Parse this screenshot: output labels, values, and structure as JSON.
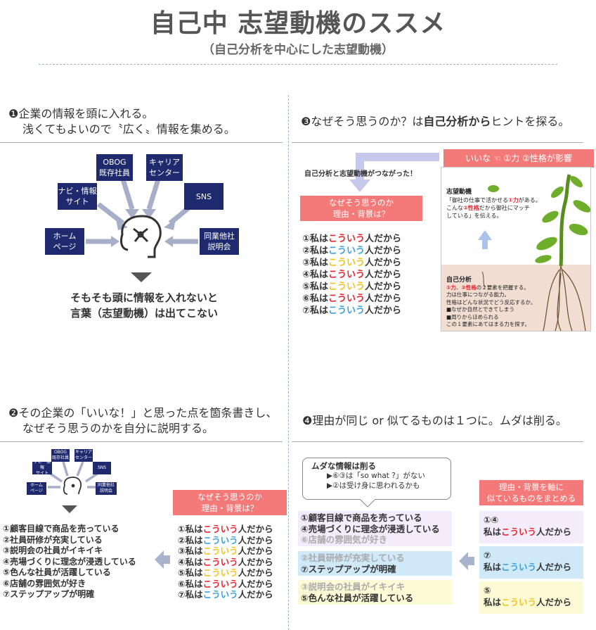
{
  "header": {
    "title": "自己中 志望動機のススメ",
    "subtitle": "（自己分析を中心にした志望動機）"
  },
  "s1": {
    "line1": "❶企業の情報を頭に入れる。",
    "line2": "浅くてもよいので〝広く〟情報を集める。",
    "sources": {
      "obog": [
        "OBOG",
        "既存社員"
      ],
      "career": [
        "キャリア",
        "センター"
      ],
      "navi": [
        "ナビ・情報",
        "サイト"
      ],
      "sns": "SNS",
      "home": [
        "ホーム",
        "ページ"
      ],
      "event": [
        "同業他社",
        "説明会"
      ]
    },
    "conclusion1": "そもそも頭に情報を入れないと",
    "conclusion2": "言葉（志望動機）は出てこない"
  },
  "s2": {
    "line1": "❷その企業の「いいな！」と思った点を箇条書きし、",
    "line2": "なぜそう思うのかを自分に説明する。",
    "points": [
      "①顧客目線で商品を売っている",
      "②社員研修が充実している",
      "③説明会の社員がイキイキ",
      "④売場づくりに理念が浸透している",
      "⑤色んな社員が活躍している",
      "⑥店舗の雰囲気が好き",
      "⑦ステップアップが明確"
    ],
    "why_box": [
      "なぜそう思うのか",
      "理由・背景は？"
    ],
    "reasons": [
      {
        "num": "①",
        "a": "私は",
        "k": "こういう",
        "b": "人だから",
        "c": "red"
      },
      {
        "num": "②",
        "a": "私は",
        "k": "こういう",
        "b": "人だから",
        "c": "blue"
      },
      {
        "num": "③",
        "a": "私は",
        "k": "こういう",
        "b": "人だから",
        "c": "yel"
      },
      {
        "num": "④",
        "a": "私は",
        "k": "こういう",
        "b": "人だから",
        "c": "red"
      },
      {
        "num": "⑤",
        "a": "私は",
        "k": "こういう",
        "b": "人だから",
        "c": "yel"
      },
      {
        "num": "⑥",
        "a": "私は",
        "k": "こういう",
        "b": "人だから",
        "c": "red"
      },
      {
        "num": "⑦",
        "a": "私は",
        "k": "こういう",
        "b": "人だから",
        "c": "blue"
      }
    ]
  },
  "s3": {
    "head_a": "❸なぜそう思うのか？は",
    "head_b": "自己分析から",
    "head_c": "ヒントを探る。",
    "connected": "自己分析と志望動機がつながった！",
    "why_box": [
      "なぜそう思うのか",
      "理由・背景は？"
    ],
    "banner": "いいな ☜ ①力 ②性格が影響",
    "motive_title": "志望動機",
    "motive_l1a": "「御社の仕事で活かせる",
    "motive_l1b": "①力",
    "motive_l1c": "がある。",
    "motive_l2a": "こんな",
    "motive_l2b": "②性格",
    "motive_l2c": "だから御社にマッチ",
    "motive_l3": "している」を伝える。",
    "self_title": "自己分析",
    "self_l1a": "①力",
    "self_l1b": "、",
    "self_l1c": "②性格",
    "self_l1d": "の２要素を把握する。",
    "self_l2": "力は仕事につながる能力。",
    "self_l3": "性格はどんな状況でどう反応するか。",
    "self_l4": "■なぜか自然とできてしまう",
    "self_l5": "■周りからほめられる",
    "self_l6": "この１要素にあてはまる力を探す。"
  },
  "s4": {
    "head": "❹理由が同じ or 似てるものは１つに。ムダは削る。",
    "bubble_title": "ムダな情報は削る",
    "bubble_l1": "▶⑥③は「so what ?」がない",
    "bubble_l2": "▶②は受け身に思われるかも",
    "group1": [
      "①顧客目線で商品を売っている",
      "④売場づくりに理念が浸透している",
      "⑥店舗の雰囲気が好き"
    ],
    "group2": [
      "②社員研修が充実している",
      "⑦ステップアップが明確"
    ],
    "group3": [
      "③説明会の社員がイキイキ",
      "⑤色んな社員が活躍している"
    ],
    "axis_box": [
      "理由・背景を軸に",
      "似ているものをまとめる"
    ],
    "r1_num": "①④",
    "r2_num": "⑦",
    "r3_num": "⑤",
    "r_a": "私は",
    "r_k": "こういう",
    "r_b": "人だから"
  },
  "colors": {
    "navy": "#1f2a6e",
    "pink": "#f47a7a",
    "red": "#e8242b",
    "blue": "#3aa0dc",
    "yellow": "#f3c21f"
  }
}
